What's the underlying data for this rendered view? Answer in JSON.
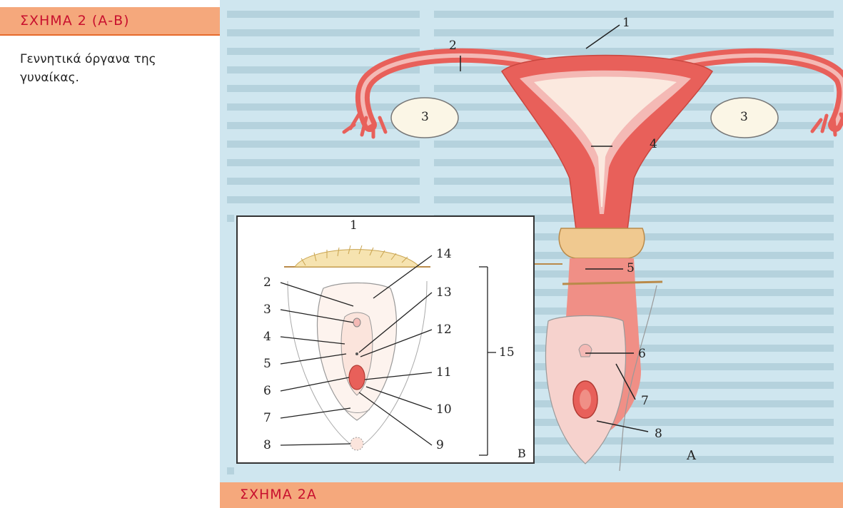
{
  "figure_header": "ΣΧΗΜΑ 2 (Α-Β)",
  "caption": "Γεννητικά όργανα της γυναίκας.",
  "bottom_header": "ΣΧΗΜΑ 2Α",
  "diagram_a": {
    "panel_letter": "Α",
    "labels": [
      "1",
      "2",
      "3",
      "3",
      "4",
      "5",
      "6",
      "7",
      "8"
    ]
  },
  "diagram_b": {
    "panel_letter": "Β",
    "labels": [
      "1",
      "2",
      "3",
      "4",
      "5",
      "6",
      "7",
      "8",
      "9",
      "10",
      "11",
      "12",
      "13",
      "14",
      "15"
    ]
  },
  "colors": {
    "accent_band": "#f5a87c",
    "header_text": "#c8102e",
    "organ_red": "#e8605a",
    "organ_pink": "#f4b9b5",
    "background_blue": "#cfe6ef"
  }
}
